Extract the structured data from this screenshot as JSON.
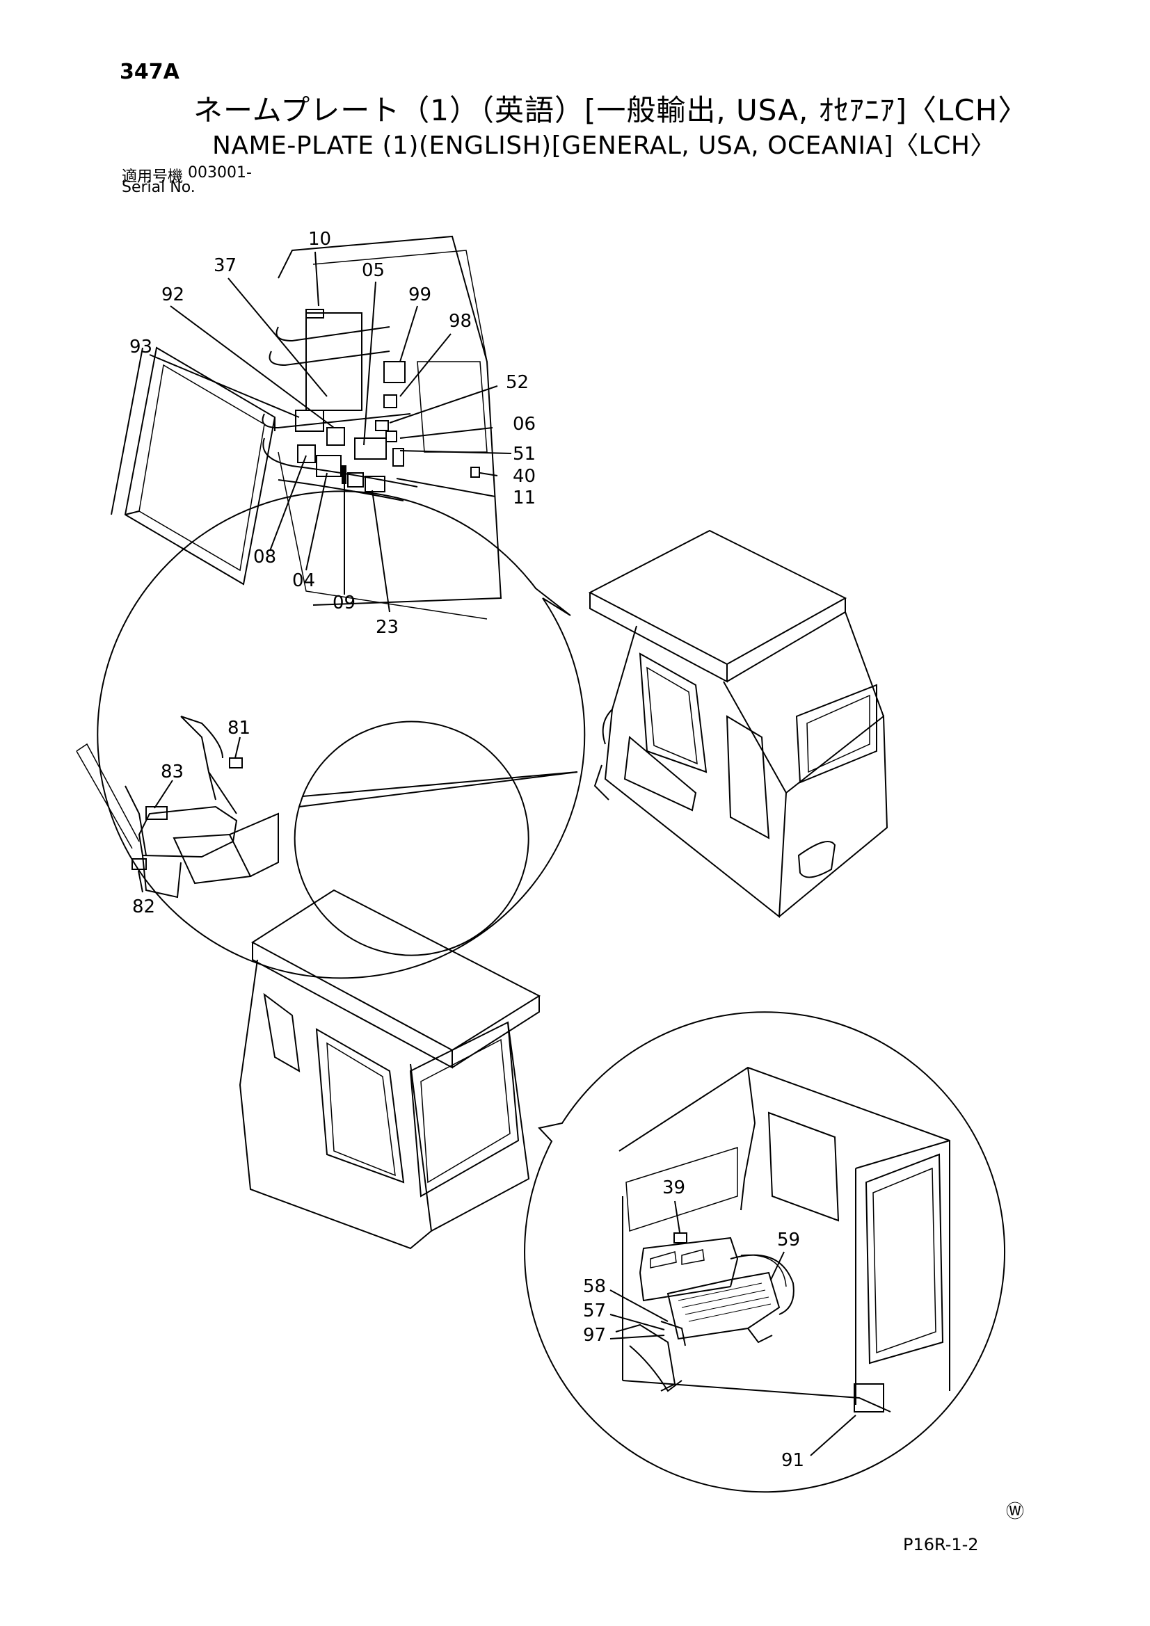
{
  "header": {
    "page_code": "347A",
    "title_ja": "ネームプレート（1）（英語）[一般輸出, USA, ｵｾｱﾆｱ]〈LCH〉",
    "title_en": "NAME-PLATE (1)(ENGLISH)[GENERAL, USA, OCEANIA]〈LCH〉",
    "serial_label_ja": "適用号機",
    "serial_label_en": "Serial No.",
    "serial_number": "003001-"
  },
  "footer": {
    "figure_id": "P16R-1-2",
    "mark": "Ⓦ"
  },
  "callouts_cab_interior": [
    "10",
    "37",
    "05",
    "99",
    "92",
    "98",
    "93",
    "52",
    "06",
    "51",
    "40",
    "11",
    "08",
    "04",
    "09",
    "23"
  ],
  "callouts_control_console": [
    "81",
    "83",
    "82"
  ],
  "callouts_seat_area": [
    "39",
    "59",
    "58",
    "57",
    "97",
    "91"
  ]
}
